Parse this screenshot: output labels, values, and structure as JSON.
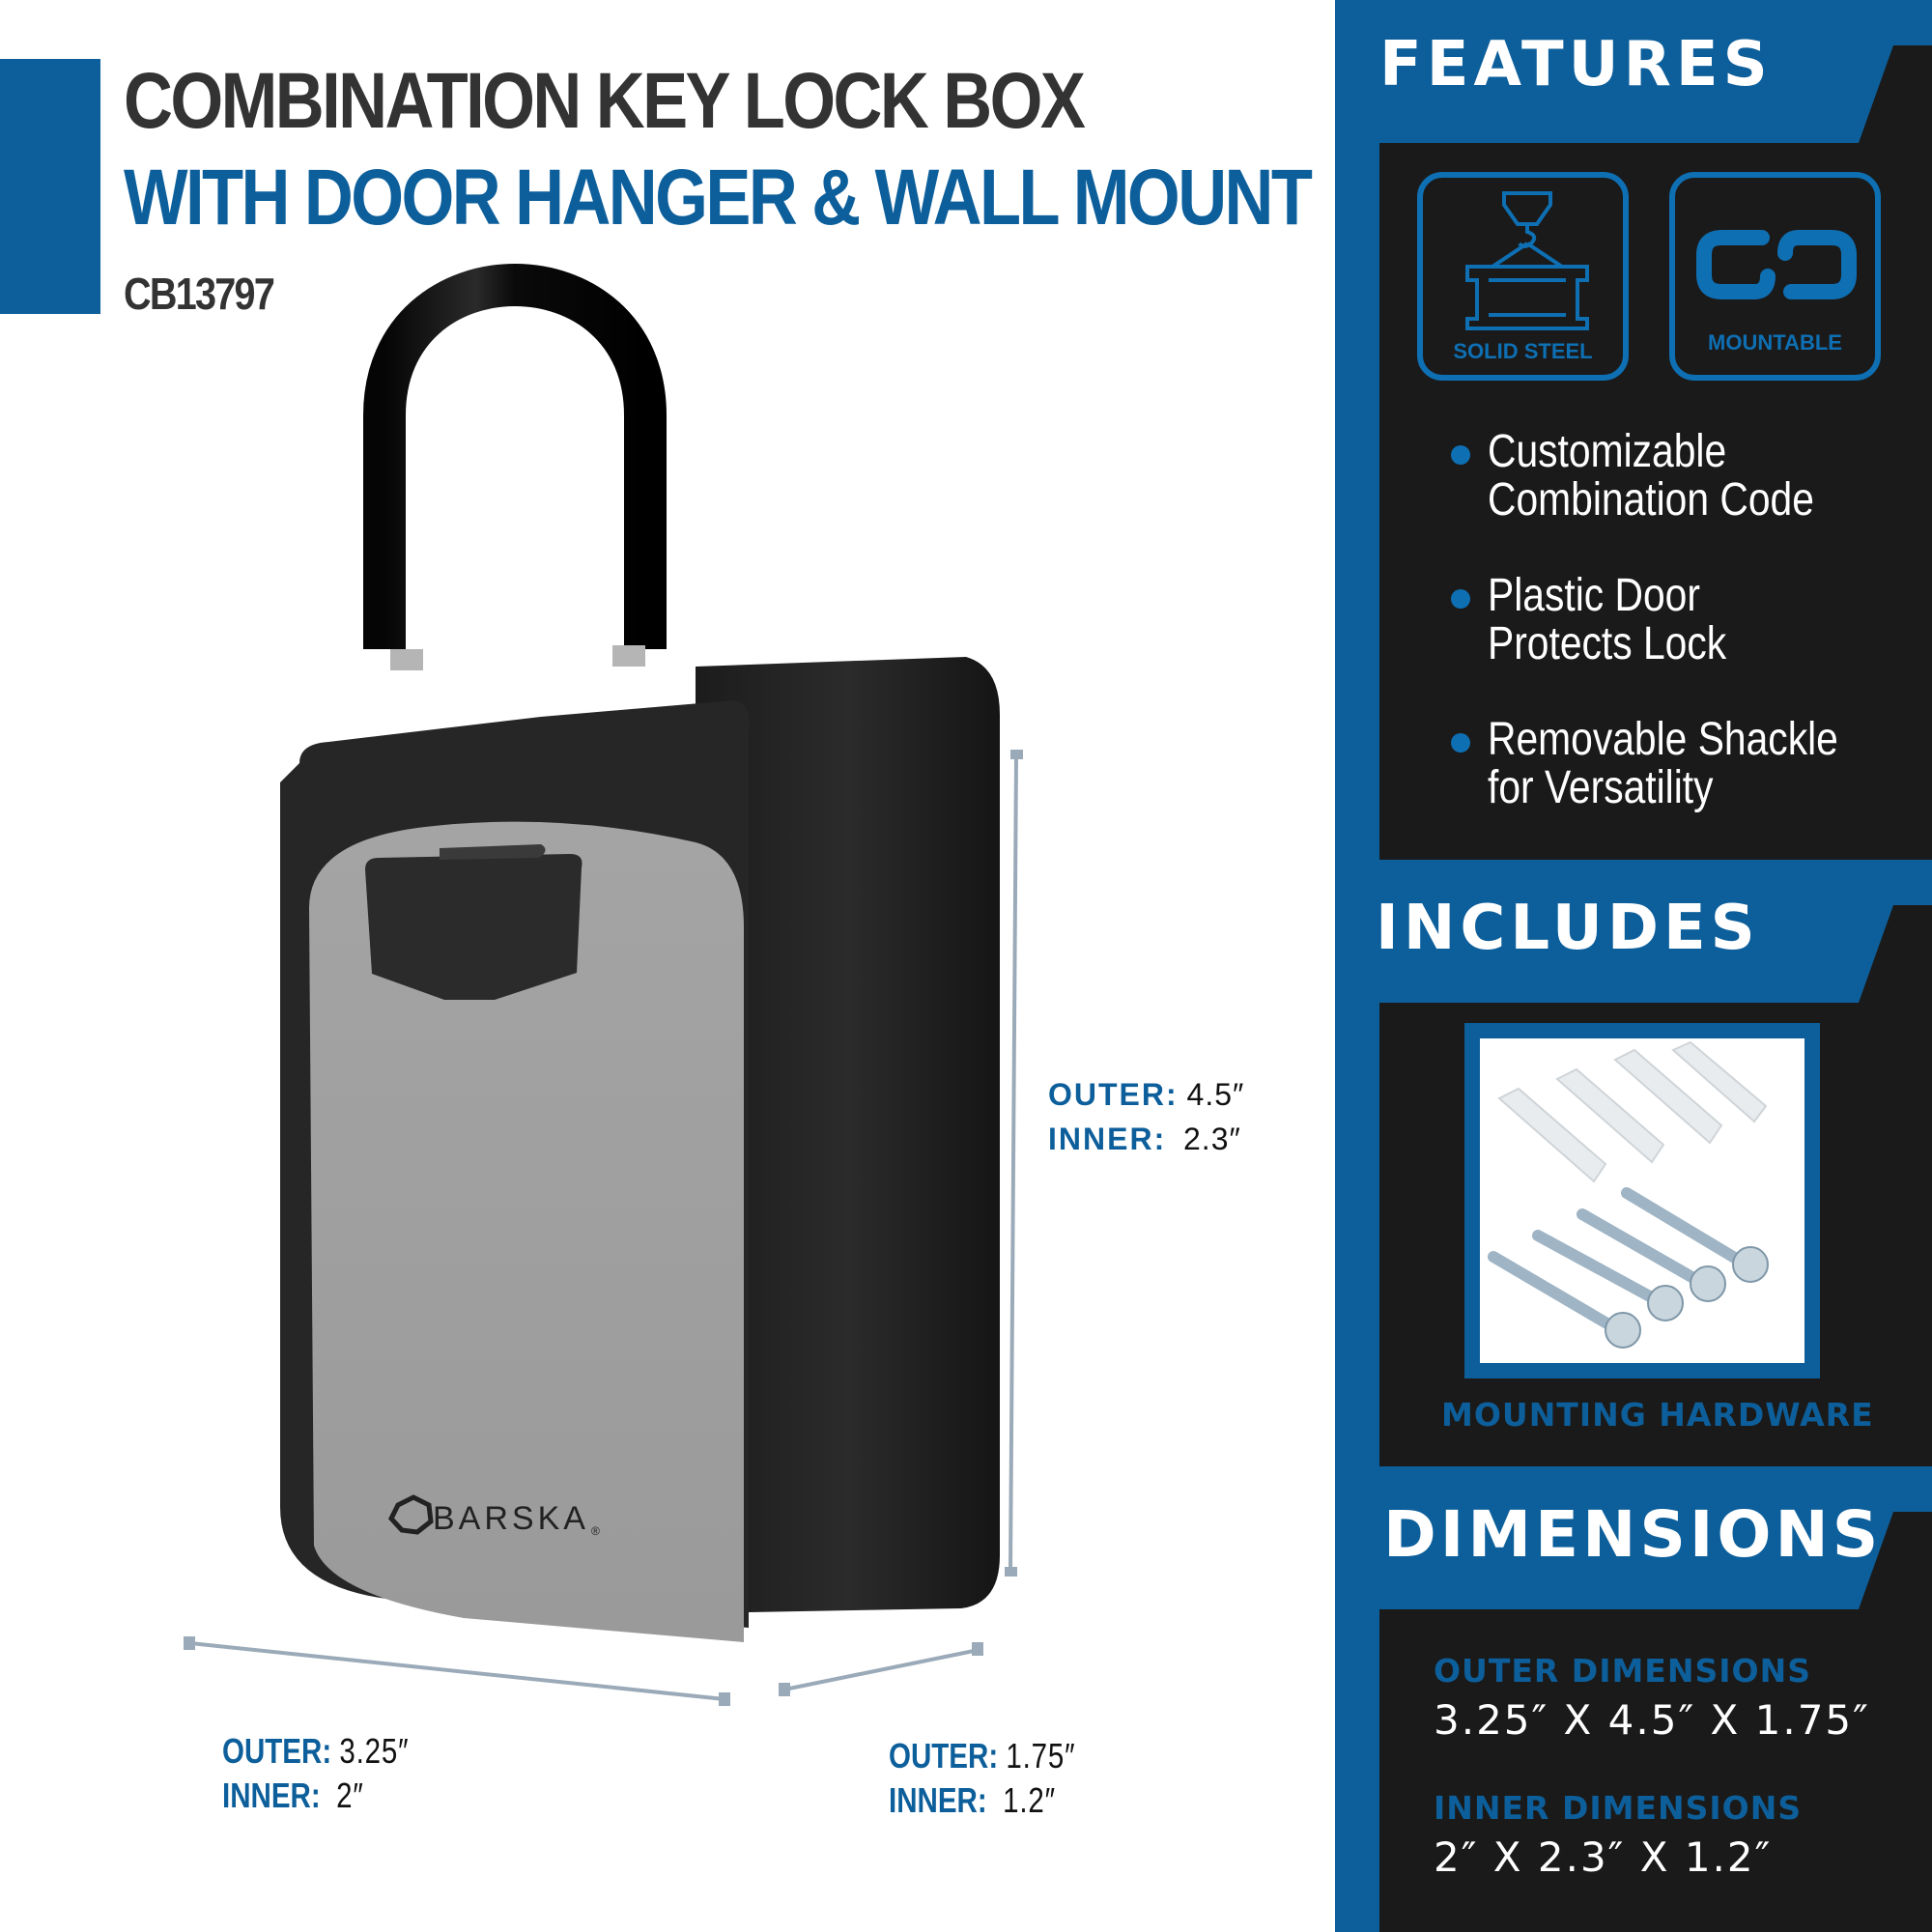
{
  "header": {
    "title_line1": "COMBINATION KEY LOCK BOX",
    "title_line2": "WITH DOOR HANGER & WALL MOUNT",
    "sku": "CB13797"
  },
  "product": {
    "brand": "BARSKA",
    "brand_mark": "®",
    "dimensions": {
      "height": {
        "outer_label": "OUTER:",
        "outer_value": "4.5″",
        "inner_label": "INNER:",
        "inner_value": "2.3″"
      },
      "width": {
        "outer_label": "OUTER:",
        "outer_value": "3.25″",
        "inner_label": "INNER:",
        "inner_value": "2″"
      },
      "depth": {
        "outer_label": "OUTER:",
        "outer_value": "1.75″",
        "inner_label": "INNER:",
        "inner_value": "1.2″"
      }
    }
  },
  "features": {
    "heading": "FEATURES",
    "icons": [
      {
        "icon": "crane-crate-icon",
        "label": "SOLID STEEL"
      },
      {
        "icon": "chain-link-icon",
        "label": "MOUNTABLE"
      }
    ],
    "bullets": [
      {
        "line1": "Customizable",
        "line2": "Combination Code"
      },
      {
        "line1": "Plastic Door",
        "line2": "Protects Lock"
      },
      {
        "line1": "Removable Shackle",
        "line2": "for Versatility"
      }
    ]
  },
  "includes": {
    "heading": "INCLUDES",
    "item_label": "MOUNTING HARDWARE"
  },
  "dimensions_panel": {
    "heading": "DIMENSIONS",
    "outer_heading": "OUTER DIMENSIONS",
    "outer_value": "3.25″ X 4.5″ X 1.75″",
    "inner_heading": "INNER DIMENSIONS",
    "inner_value": "2″ X 2.3″ X 1.2″"
  },
  "colors": {
    "brand_blue": "#0d5f9b",
    "icon_blue": "#0e6fb3",
    "panel_dark": "#1a1a1a",
    "title_gray": "#333333",
    "dimension_line": "#9aaab8"
  }
}
